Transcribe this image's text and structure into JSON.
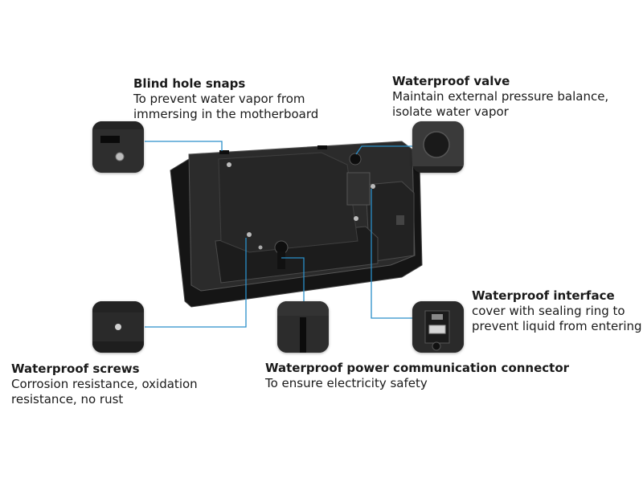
{
  "annotations": {
    "blind_hole_snaps": {
      "title": "Blind hole snaps",
      "line1": "To prevent water vapor from",
      "line2": "immersing in the motherboard"
    },
    "waterproof_valve": {
      "title": "Waterproof valve",
      "line1": "Maintain external pressure balance,",
      "line2": "isolate water vapor"
    },
    "waterproof_interface": {
      "title": "Waterproof interface",
      "line1": "cover with sealing ring to",
      "line2": "prevent liquid from entering"
    },
    "waterproof_screws": {
      "title": "Waterproof screws",
      "line1": "Corrosion resistance, oxidation",
      "line2": "resistance, no rust"
    },
    "waterproof_power_connector": {
      "title": "Waterproof power communication connector",
      "line1": "To ensure electricity safety"
    }
  },
  "colors": {
    "leader_line": "#2a8fc9",
    "device_body": "#1f1f1f",
    "device_edge": "#3a3a3a",
    "text": "#1a1a1a"
  }
}
